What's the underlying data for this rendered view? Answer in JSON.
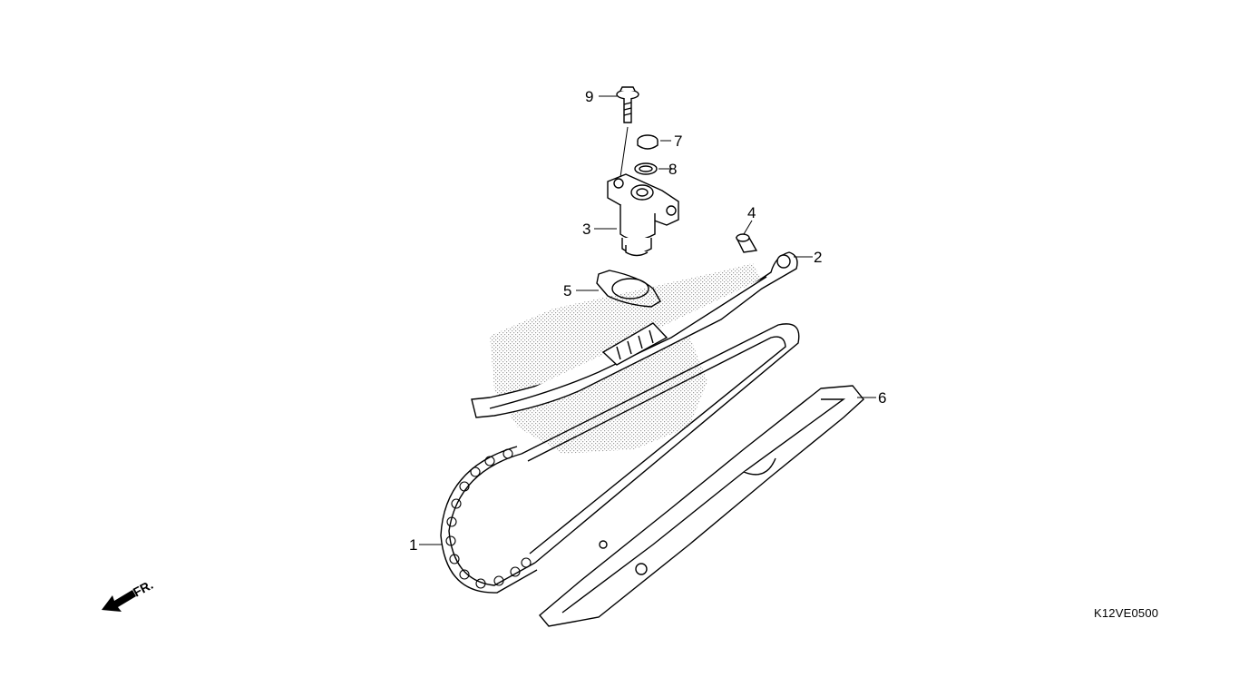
{
  "diagram": {
    "code": "K12VE0500",
    "direction_label": "FR.",
    "callouts": [
      {
        "id": "1",
        "label": "1"
      },
      {
        "id": "2",
        "label": "2"
      },
      {
        "id": "3",
        "label": "3"
      },
      {
        "id": "4",
        "label": "4"
      },
      {
        "id": "5",
        "label": "5"
      },
      {
        "id": "6",
        "label": "6"
      },
      {
        "id": "7",
        "label": "7"
      },
      {
        "id": "8",
        "label": "8"
      },
      {
        "id": "9",
        "label": "9"
      }
    ],
    "icons": [
      "front-direction-arrow-icon"
    ]
  }
}
